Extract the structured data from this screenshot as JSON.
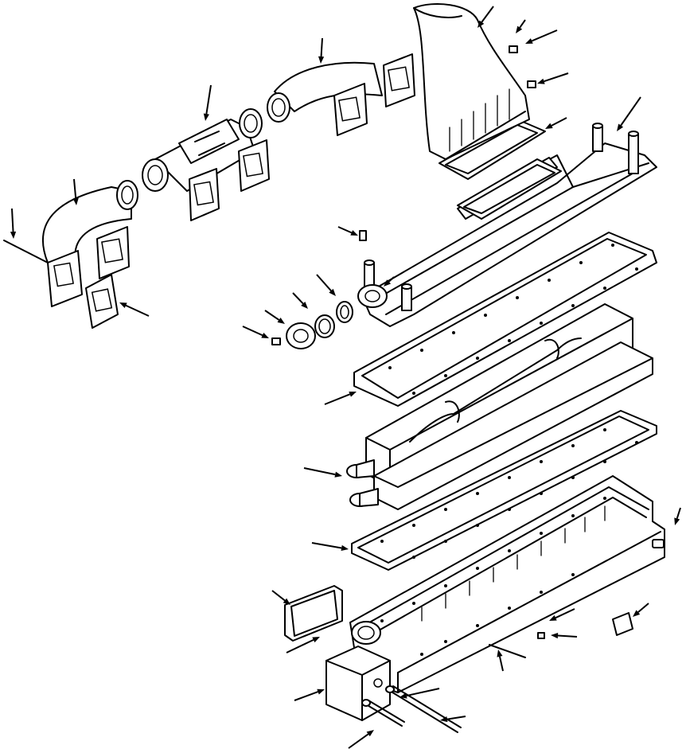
{
  "diagram": {
    "background": "#ffffff",
    "stroke_color": "#000000",
    "components": [
      {
        "id": "exhaust-outlet-elbow",
        "kind": "elbow"
      },
      {
        "id": "outlet-gasket-upper",
        "kind": "gasket"
      },
      {
        "id": "outlet-gasket-lower",
        "kind": "gasket"
      },
      {
        "id": "exhaust-pipe-rear",
        "kind": "pipe"
      },
      {
        "id": "exhaust-pipe-center",
        "kind": "pipe"
      },
      {
        "id": "exhaust-pipe-front",
        "kind": "pipe"
      },
      {
        "id": "flange-gasket",
        "kind": "gasket"
      },
      {
        "id": "aftercooler-cover",
        "kind": "housing"
      },
      {
        "id": "cover-gasket",
        "kind": "gasket"
      },
      {
        "id": "aftercooler-core",
        "kind": "core"
      },
      {
        "id": "core-gasket",
        "kind": "gasket"
      },
      {
        "id": "aftercooler-case",
        "kind": "housing"
      },
      {
        "id": "end-housing",
        "kind": "housing"
      },
      {
        "id": "inlet-gasket",
        "kind": "gasket"
      },
      {
        "id": "seal-ring",
        "kind": "ring"
      },
      {
        "id": "retainer-ring",
        "kind": "ring"
      },
      {
        "id": "end-plate",
        "kind": "plate"
      },
      {
        "id": "long-bolt",
        "kind": "fastener"
      },
      {
        "id": "short-bolt",
        "kind": "fastener"
      },
      {
        "id": "drain-plug",
        "kind": "fastener"
      },
      {
        "id": "spacer-sleeve",
        "kind": "fastener"
      }
    ],
    "callout_count": 31
  }
}
